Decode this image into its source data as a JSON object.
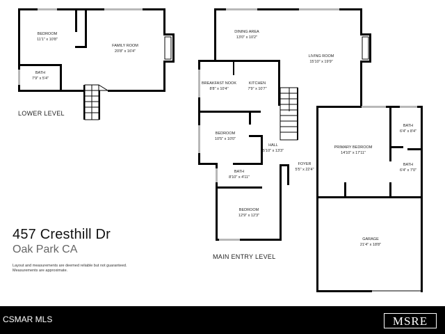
{
  "levels": {
    "lower": "LOWER LEVEL",
    "main": "MAIN ENTRY LEVEL"
  },
  "rooms": {
    "lower_bedroom": {
      "name": "BEDROOM",
      "dims": "11'1\" x 10'8\""
    },
    "family_room": {
      "name": "FAMILY ROOM",
      "dims": "20'8\" x 16'4\""
    },
    "lower_bath": {
      "name": "BATH",
      "dims": "7'9\" x 5'4\""
    },
    "dining_area": {
      "name": "DINING AREA",
      "dims": "13'0\" x 10'2\""
    },
    "living_room": {
      "name": "LIVING ROOM",
      "dims": "15'10\" x 19'9\""
    },
    "breakfast_nook": {
      "name": "BREAKFAST NOOK",
      "dims": "8'8\" x 10'4\""
    },
    "kitchen": {
      "name": "KITCHEN",
      "dims": "7'9\" x 10'7\""
    },
    "main_bedroom_1": {
      "name": "BEDROOM",
      "dims": "10'5\" x 10'0\""
    },
    "hall": {
      "name": "HALL",
      "dims": "5'10\" x 13'3\""
    },
    "primary_bedroom": {
      "name": "PRIMARY BEDROOM",
      "dims": "14'10\" x 17'11\""
    },
    "bath_a": {
      "name": "BATH",
      "dims": "6'4\" x 8'4\""
    },
    "bath_b": {
      "name": "BATH",
      "dims": "6'4\" x 7'0\""
    },
    "foyer": {
      "name": "FOYER",
      "dims": "5'5\" x 22'4\""
    },
    "main_bath": {
      "name": "BATH",
      "dims": "8'10\" x 4'11\""
    },
    "main_bedroom_2": {
      "name": "BEDROOM",
      "dims": "12'9\" x 12'3\""
    },
    "garage": {
      "name": "GARAGE",
      "dims": "21'4\" x 18'8\""
    }
  },
  "property": {
    "address": "457 Cresthill Dr",
    "city": "Oak Park CA",
    "disclaimer_1": "Layout and measurements are deemed reliable but not guaranteed.",
    "disclaimer_2": "Measurements are approximate."
  },
  "footer": {
    "source": "CSMAR MLS",
    "logo": "MSRE"
  },
  "colors": {
    "walls": "#000000",
    "windows": "#b8b8b8",
    "footer_bg": "#000000"
  }
}
